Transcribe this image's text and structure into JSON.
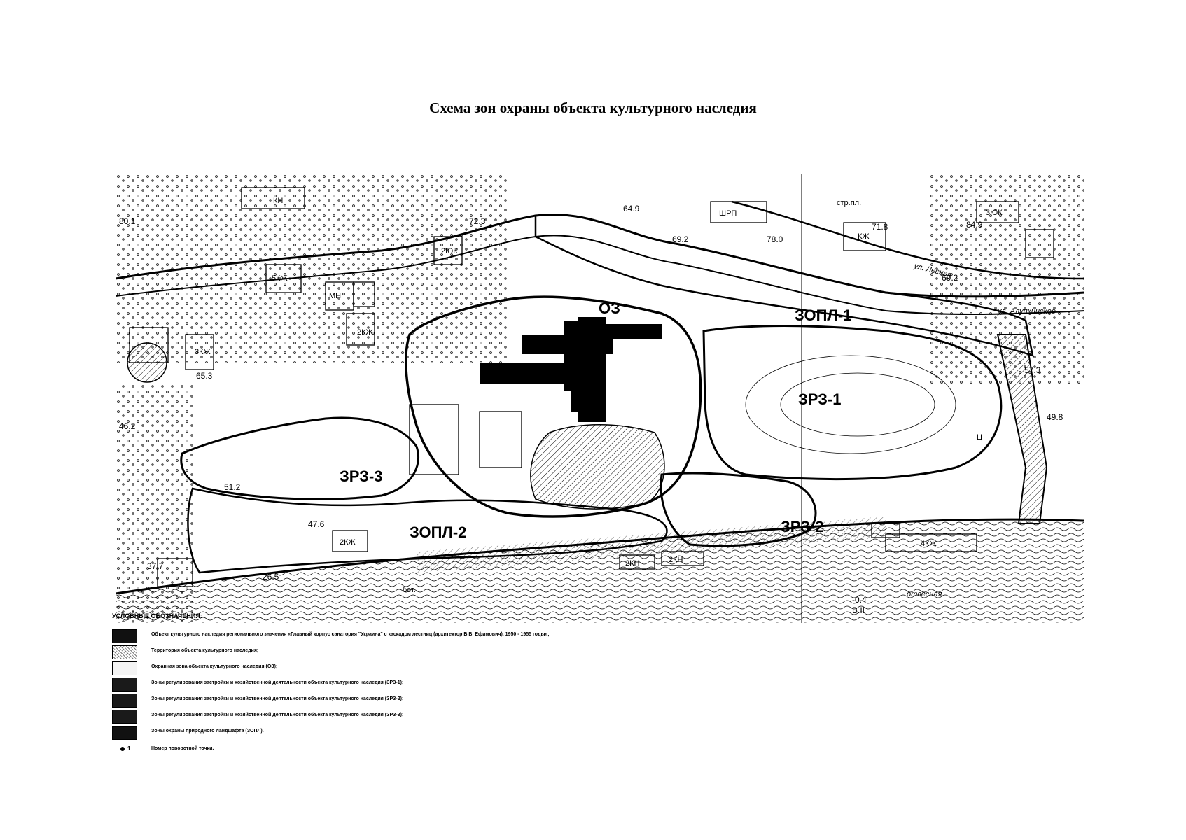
{
  "title": "Схема зон охраны объекта культурного наследия",
  "map": {
    "zones": [
      {
        "id": "oz",
        "label": "ОЗ"
      },
      {
        "id": "zopl1",
        "label": "ЗОПЛ-1"
      },
      {
        "id": "zopl2",
        "label": "ЗОПЛ-2"
      },
      {
        "id": "zrz1",
        "label": "ЗРЗ-1"
      },
      {
        "id": "zrz2",
        "label": "ЗРЗ-2"
      },
      {
        "id": "zrz3",
        "label": "ЗРЗ-3"
      }
    ],
    "streets": [
      {
        "id": "lesnaya",
        "label": "ул. Лесная"
      },
      {
        "id": "alupkinskoe",
        "label": "ул. Алупкинское"
      },
      {
        "id": "otvesnaya",
        "label": "отвесная"
      }
    ],
    "building_labels": [
      {
        "id": "b1",
        "label": "КН"
      },
      {
        "id": "b2",
        "label": "2КЖ"
      },
      {
        "id": "b3",
        "label": "5КЖ"
      },
      {
        "id": "b4",
        "label": "3КЖ"
      },
      {
        "id": "b5",
        "label": "КЖ"
      },
      {
        "id": "b6",
        "label": "2КН"
      },
      {
        "id": "b7",
        "label": "4КЖ"
      },
      {
        "id": "b8",
        "label": "2КЖ"
      },
      {
        "id": "b9",
        "label": "3ЮК"
      },
      {
        "id": "b10",
        "label": "2ЮК"
      },
      {
        "id": "b11",
        "label": "ШРП"
      },
      {
        "id": "b12",
        "label": "2КН"
      },
      {
        "id": "b13",
        "label": "МН"
      },
      {
        "id": "b14",
        "label": "Ц"
      }
    ],
    "elevations": [
      {
        "id": "e1",
        "label": "64.9"
      },
      {
        "id": "e2",
        "label": "69.2"
      },
      {
        "id": "e3",
        "label": "78.0"
      },
      {
        "id": "e4",
        "label": "71.8"
      },
      {
        "id": "e5",
        "label": "84.9"
      },
      {
        "id": "e6",
        "label": "69.2"
      },
      {
        "id": "e7",
        "label": "49.8"
      },
      {
        "id": "e8",
        "label": "46.2"
      },
      {
        "id": "e9",
        "label": "65.3"
      },
      {
        "id": "e10",
        "label": "47.6"
      },
      {
        "id": "e11",
        "label": "26.5"
      },
      {
        "id": "e12",
        "label": "37.7"
      },
      {
        "id": "e13",
        "label": "51.2"
      },
      {
        "id": "e14",
        "label": "57.3"
      },
      {
        "id": "e15",
        "label": "72.3"
      },
      {
        "id": "e16",
        "label": "80.1"
      }
    ],
    "misc_labels": [
      {
        "id": "stp",
        "label": "стр.пл."
      },
      {
        "id": "bot",
        "label": "бет."
      },
      {
        "id": "sea",
        "label": "-0.4"
      },
      {
        "id": "vii",
        "label": "В.II"
      }
    ]
  },
  "legend": {
    "title": "УСЛОВНЫЕ ОБОЗНАЧЕНИЯ:",
    "items": [
      {
        "id": "okn",
        "text": "Объект культурного наследия регионального значения «Главный корпус санатория \"Украина\" с каскадом лестниц (архитектор Б.В. Ефимович), 1950 - 1955 годы»;",
        "fill": "#111111"
      },
      {
        "id": "territory",
        "text": "Территория объекта культурного наследия;",
        "fill": "#d9d9d9",
        "hatched": true
      },
      {
        "id": "oz",
        "text": "Охранная зона объекта культурного наследия (ОЗ);",
        "fill": "#f4f4f4"
      },
      {
        "id": "zrz1",
        "text": "Зоны регулирования застройки и хозяйственной деятельности объекта культурного наследия (ЗРЗ-1);",
        "fill": "#1a1a1a"
      },
      {
        "id": "zrz2",
        "text": "Зоны регулирования застройки и хозяйственной деятельности объекта культурного наследия (ЗРЗ-2);",
        "fill": "#1a1a1a"
      },
      {
        "id": "zrz3",
        "text": "Зоны регулирования застройки и хозяйственной деятельности объекта культурного наследия (ЗРЗ-3);",
        "fill": "#1a1a1a"
      },
      {
        "id": "zopl",
        "text": "Зоны охраны природного ландшафта (ЗОПЛ).",
        "fill": "#111111"
      }
    ],
    "point_symbol": "1",
    "point_text": "Номер поворотной точки."
  }
}
